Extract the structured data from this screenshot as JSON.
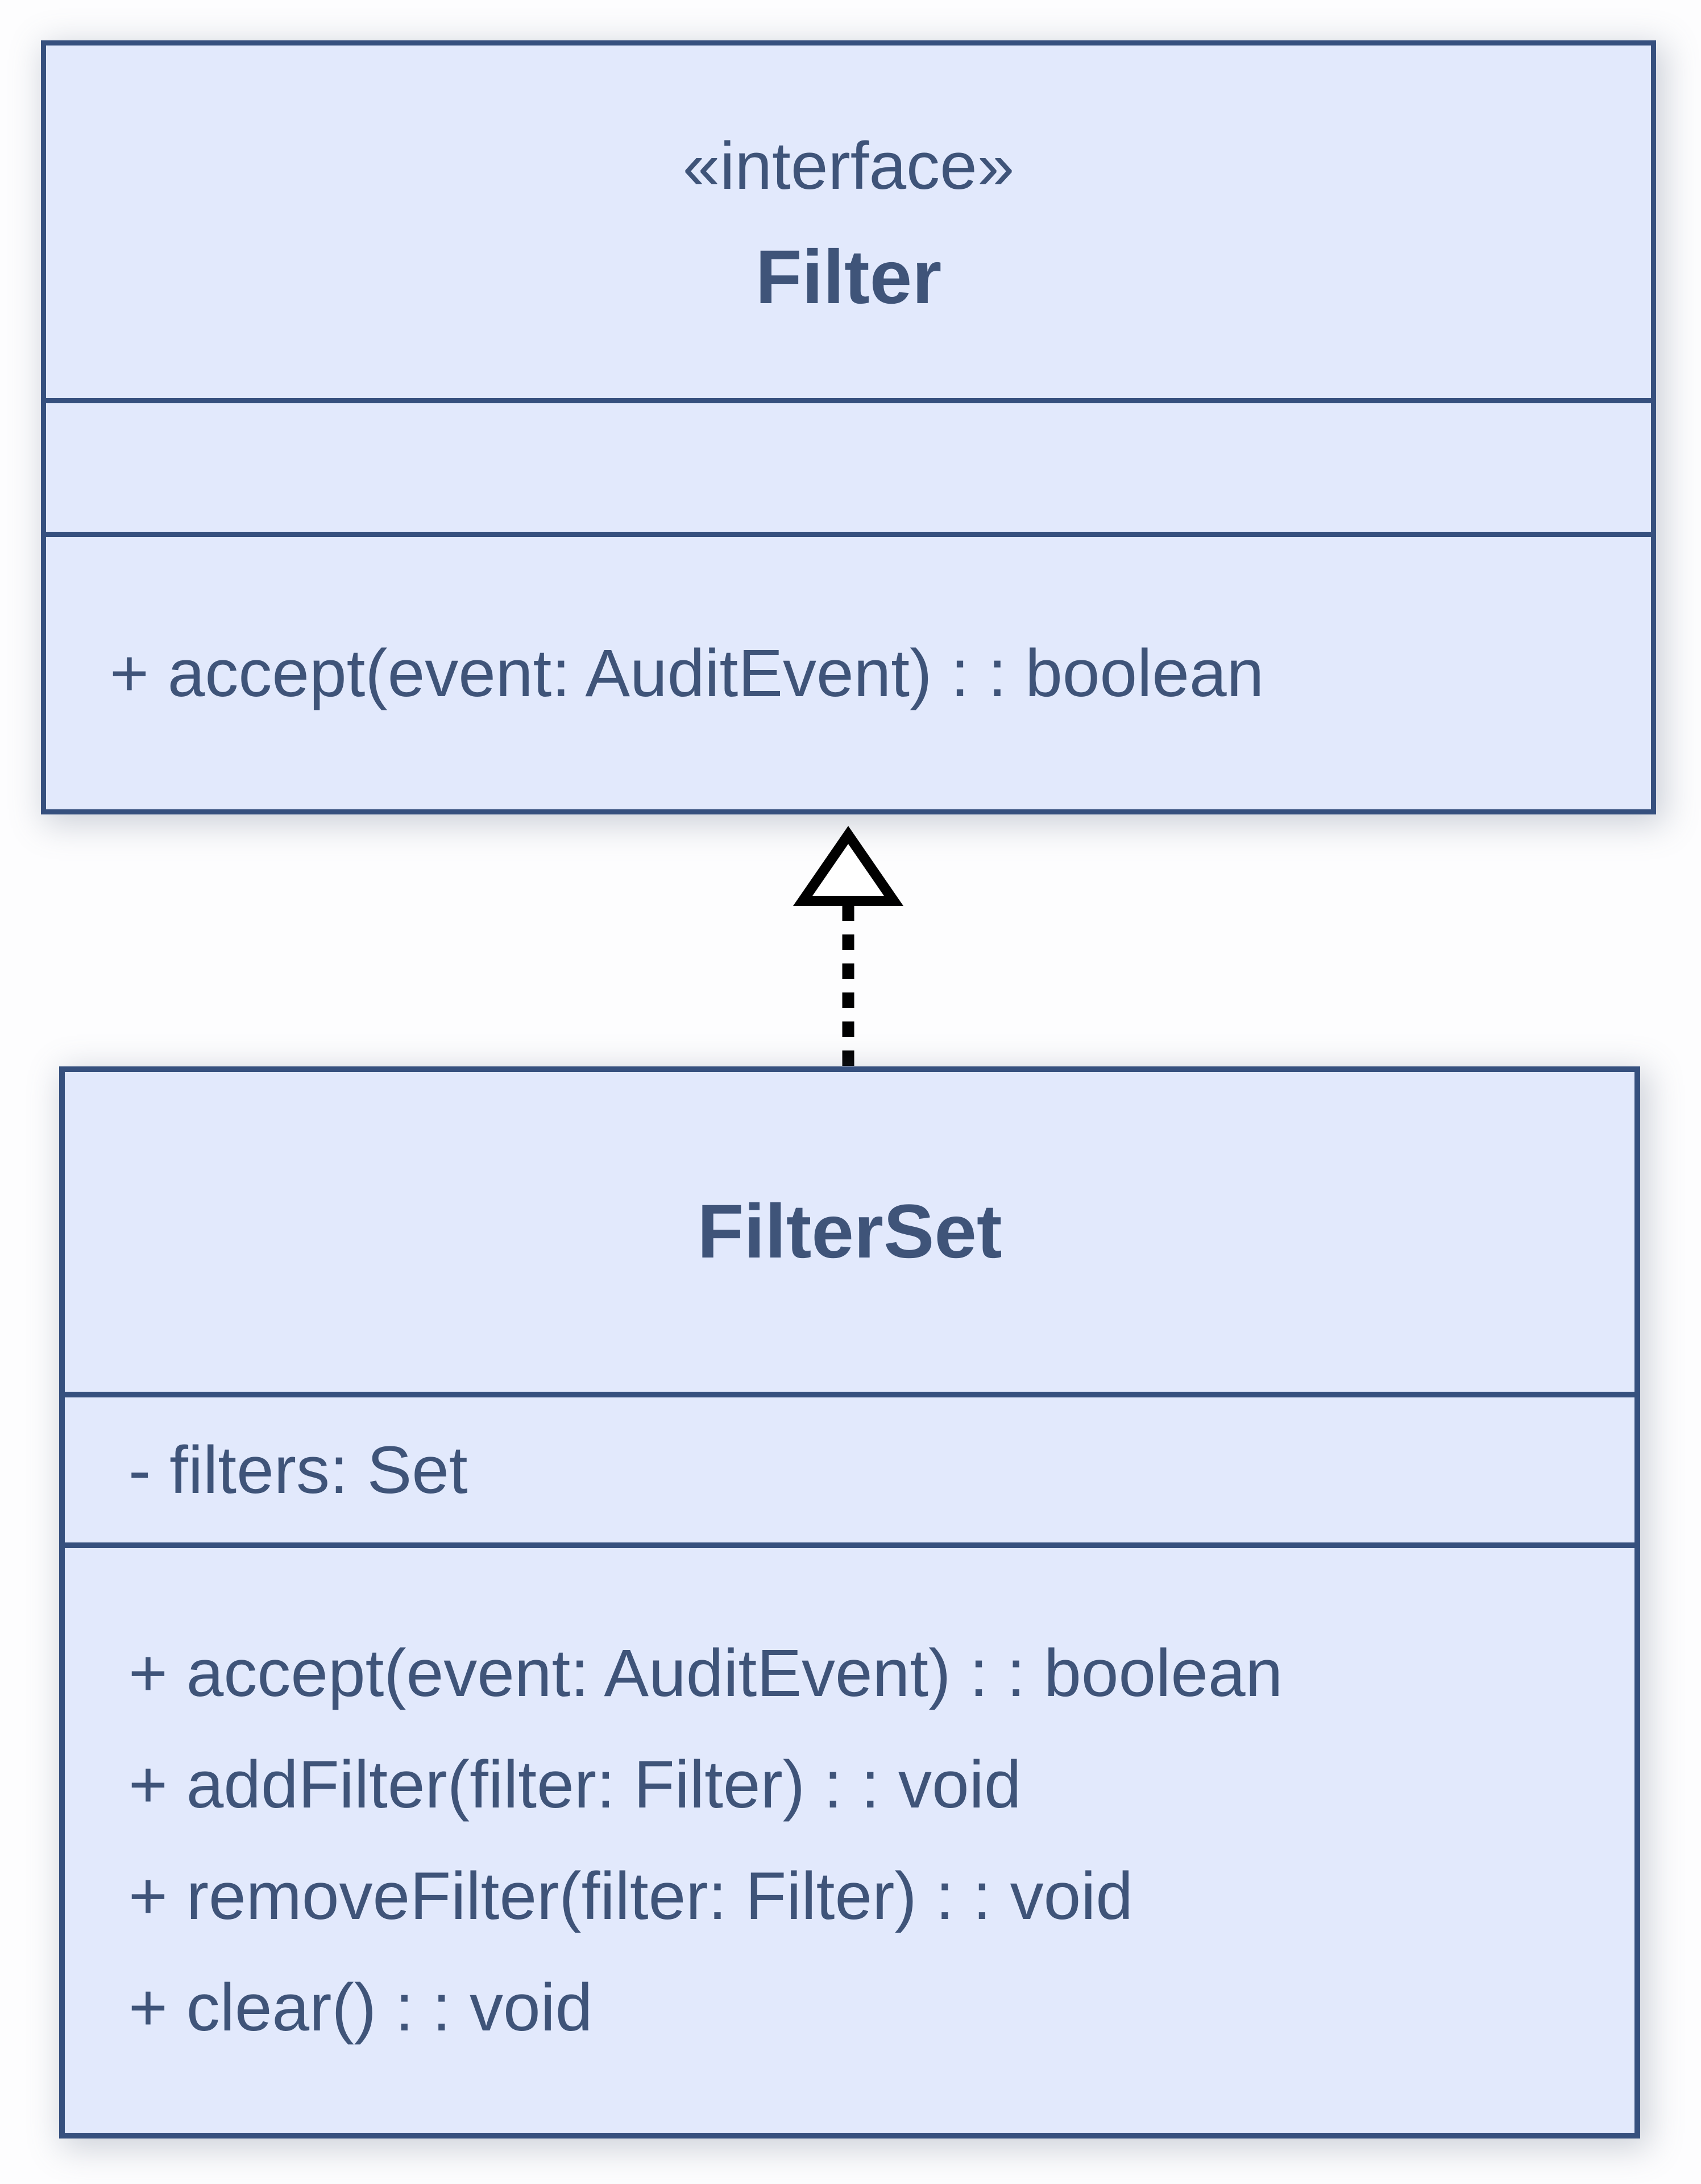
{
  "uml": {
    "interface": {
      "stereotype": "«interface»",
      "name": "Filter",
      "attributes": [],
      "methods": [
        "+ accept(event: AuditEvent) : : boolean"
      ]
    },
    "filterset": {
      "name": "FilterSet",
      "attributes": [
        "- filters: Set"
      ],
      "methods": [
        "+ accept(event: AuditEvent) : : boolean",
        "+ addFilter(filter: Filter) : : void",
        "+ removeFilter(filter: Filter) : : void",
        "+ clear() : : void"
      ]
    },
    "relationship": {
      "type": "realization",
      "from": "FilterSet",
      "to": "Filter",
      "line_style": "dashed",
      "arrowhead": "hollow-triangle"
    }
  },
  "colors": {
    "box_fill": "#e2e9fc",
    "box_border": "#36507e",
    "text": "#3f5479",
    "arrow": "#000000",
    "background": "#fdfdfe"
  }
}
